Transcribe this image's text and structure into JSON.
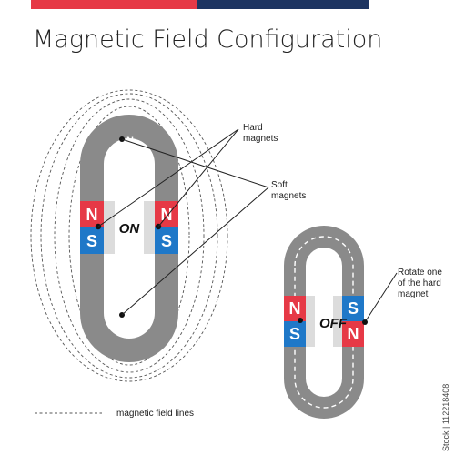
{
  "title": "Magnetic Field Configuration",
  "colors": {
    "red": "#e63946",
    "blue": "#1f78c8",
    "navy": "#1d3461",
    "track_gray": "#8a8a8a"
  },
  "labels": {
    "hard_magnets": [
      "Hard",
      "magnets"
    ],
    "soft_magnets": [
      "Soft",
      "magnets"
    ],
    "rotate_note": [
      "Rotate one",
      "of the hard",
      "magnet"
    ],
    "legend": "magnetic field lines"
  },
  "on_config": {
    "state": "ON",
    "top_pole": "N",
    "bottom_pole": "S",
    "left_magnet": {
      "top": "N",
      "bottom": "S"
    },
    "right_magnet": {
      "top": "N",
      "bottom": "S"
    }
  },
  "off_config": {
    "state": "OFF",
    "left_magnet": {
      "top": "N",
      "bottom": "S"
    },
    "right_magnet": {
      "top": "S",
      "bottom": "N"
    }
  },
  "side_text": "Stock | 112218408"
}
